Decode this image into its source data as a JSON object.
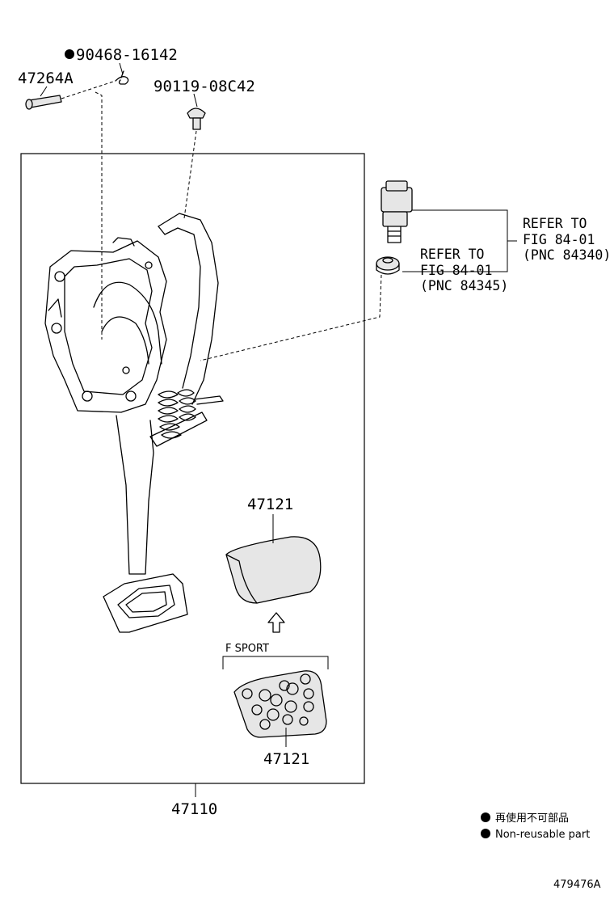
{
  "labels": {
    "pin": "47264A",
    "clip": "90468-16142",
    "clip_bullet": "●",
    "bolt": "90119-08C42",
    "pad_upper": "47121",
    "pad_lower": "47121",
    "assembly": "47110",
    "f_sport": "F SPORT"
  },
  "references": {
    "switch": [
      "REFER TO",
      "FIG 84-01",
      "(PNC 84340)"
    ],
    "cushion": [
      "REFER TO",
      "FIG 84-01",
      "(PNC 84345)"
    ]
  },
  "legend": {
    "bullet": "●",
    "japanese": "再使用不可部品",
    "english": "Non-reusable part"
  },
  "figure_number": "479476A"
}
